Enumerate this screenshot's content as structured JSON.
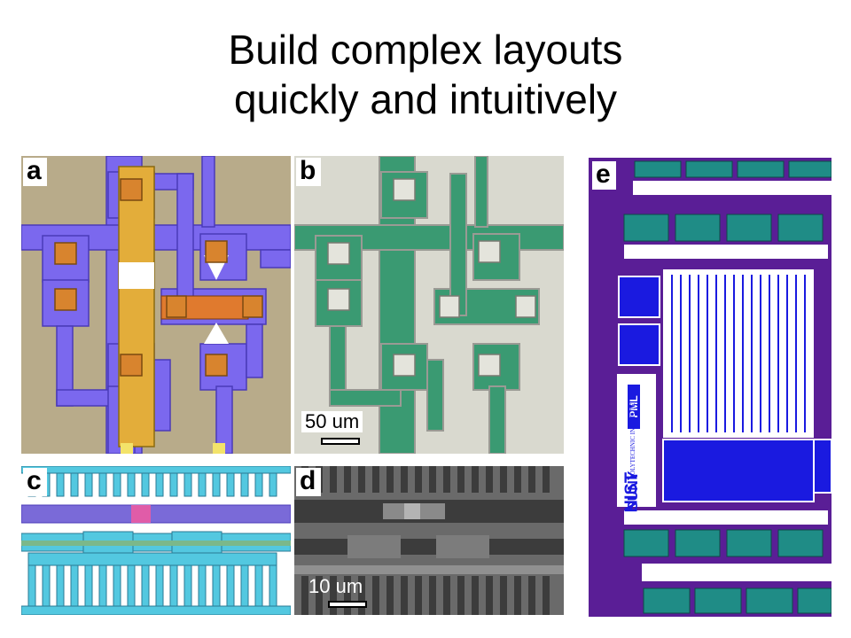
{
  "title": {
    "line1": "Build complex layouts",
    "line2": "quickly and intuitively"
  },
  "panels": {
    "a": {
      "label": "a"
    },
    "b": {
      "label": "b",
      "scale_label": "50 um"
    },
    "c": {
      "label": "c"
    },
    "d": {
      "label": "d",
      "scale_label": "10 um"
    },
    "e": {
      "label": "e",
      "logo_text": [
        "NIST",
        "PML",
        "SUNY",
        "POLYTECHNIC INSTITUTE"
      ]
    }
  },
  "colors": {
    "substrate_a": "#b8ab8a",
    "metal_purple": "#7b68ee",
    "metal_gold": "#e3ad3a",
    "metal_orange": "#e07a2e",
    "substrate_b": "#d9d9cf",
    "green": "#3a9a72",
    "cyan": "#53c8e0",
    "magenta": "#e05ca8",
    "die_purple": "#5a1e96",
    "die_teal": "#1f8c86",
    "die_blue": "#1a1ae0"
  }
}
